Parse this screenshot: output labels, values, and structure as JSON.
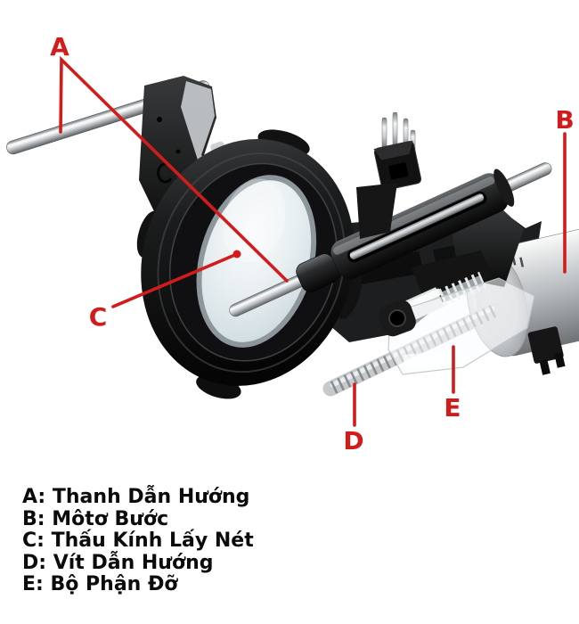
{
  "figure": {
    "title_hidden": "",
    "type": "labeled parts diagram",
    "subject": "lens autofocus drive mechanism"
  },
  "colors": {
    "accent": "#d21c1c",
    "background": "#ffffff",
    "legend_text": "#0b0b0b",
    "housing": "#141414",
    "metal": "#e9ebec",
    "lens_tint": "#dbe6ea"
  },
  "annotations": {
    "a": {
      "letter": "A"
    },
    "b": {
      "letter": "B"
    },
    "c": {
      "letter": "C"
    },
    "d": {
      "letter": "D"
    },
    "e": {
      "letter": "E"
    }
  },
  "legend": {
    "items": [
      {
        "text": "A: Thanh Dẫn Hướng"
      },
      {
        "text": "B: Môtơ Bước"
      },
      {
        "text": "C: Thấu Kính Lấy Nét"
      },
      {
        "text": "D: Vít Dẫn Hướng"
      },
      {
        "text": "E: Bộ Phận Đỡ"
      }
    ]
  }
}
